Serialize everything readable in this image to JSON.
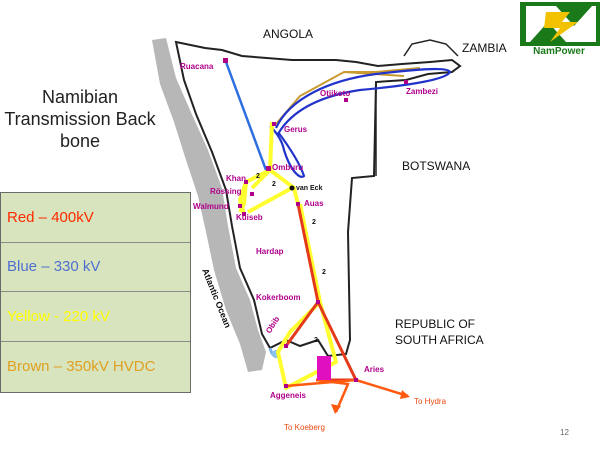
{
  "title": "Namibian\nTransmission Back\nbone",
  "logo": {
    "text": "NamPower"
  },
  "page_number": "12",
  "countries": {
    "angola": "ANGOLA",
    "zambia": "ZAMBIA",
    "botswana": "BOTSWANA",
    "south_africa_line1": "REPUBLIC OF",
    "south_africa_line2": "SOUTH AFRICA"
  },
  "ocean": "Atlantic Ocean",
  "places": {
    "ruacana": "Ruacana",
    "otjikoto": "Otjikoto",
    "zambezi": "Zambezi",
    "gerus": "Gerus",
    "omburu": "Omburu",
    "van_eck": "van Eck",
    "khan": "Khan",
    "rossing": "Rössing",
    "walmund": "Walmund",
    "kuiseb": "Kuiseb",
    "auas": "Auas",
    "hardap": "Hardap",
    "kokerboom": "Kokerboom",
    "obib": "Obib",
    "aggeneis": "Aggeneis",
    "aries": "Aries",
    "to_hydra": "To Hydra",
    "to_koeberg": "To Koeberg"
  },
  "line_counts": [
    "2",
    "2",
    "2",
    "2",
    "2"
  ],
  "legend": [
    {
      "label": "Red – 400kV",
      "color": "#ff2a00"
    },
    {
      "label": "Blue – 330 kV",
      "color": "#4f6fd0"
    },
    {
      "label": "Yellow - 220 kV",
      "color": "#ffff00"
    },
    {
      "label": "Brown – 350kV HVDC",
      "color": "#e0a020"
    }
  ],
  "colors": {
    "red_400kv": "#e43a1a",
    "blue_330kv": "#2d6fe0",
    "yellow_220kv": "#ffff30",
    "brown_hvdc": "#c89a30",
    "hvdc_blue": "#2233cc",
    "orange_export": "#ff5a10",
    "substation": "#b0008a",
    "legend_bg": "#d7e4bd",
    "logo_green": "#1a7a1a",
    "logo_yellow": "#f2c200"
  }
}
